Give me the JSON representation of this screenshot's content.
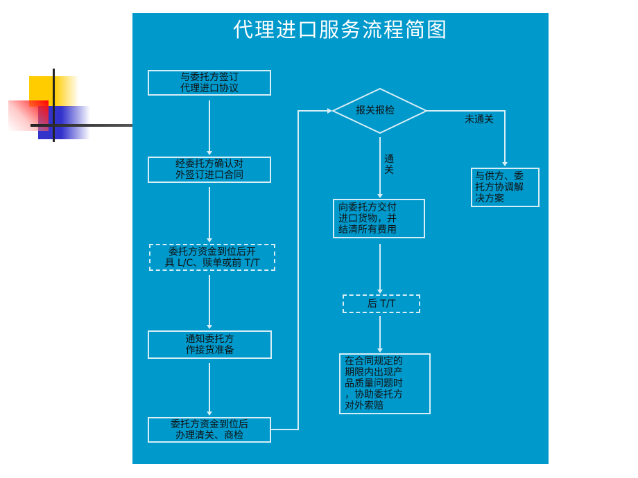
{
  "title": "代理进口服务流程简图",
  "steps": {
    "s1": "与委托方签订\n代理进口协议",
    "s2": "经委托方确认对\n外签订进口合同",
    "s3": "委托方资金到位后开\n具 L/C、赎单或前 T/T",
    "s4": "通知委托方\n作接货准备",
    "s5": "委托方资金到位后\n办理清关、商检",
    "decision": "报关报检",
    "s6": "向委托方交付\n进口货物，并\n结清所有费用",
    "s7": "后 T/T",
    "s8": "在合同规定的\n期限内出现产\n品质量问题时\n，协助委托方\n对外索赔",
    "s9": "与供方、委\n托方协调解\n决方案"
  },
  "labels": {
    "pass": "通\n关",
    "fail": "未通关"
  },
  "colors": {
    "panel": "#0099CC",
    "line": "#d8eef6"
  }
}
